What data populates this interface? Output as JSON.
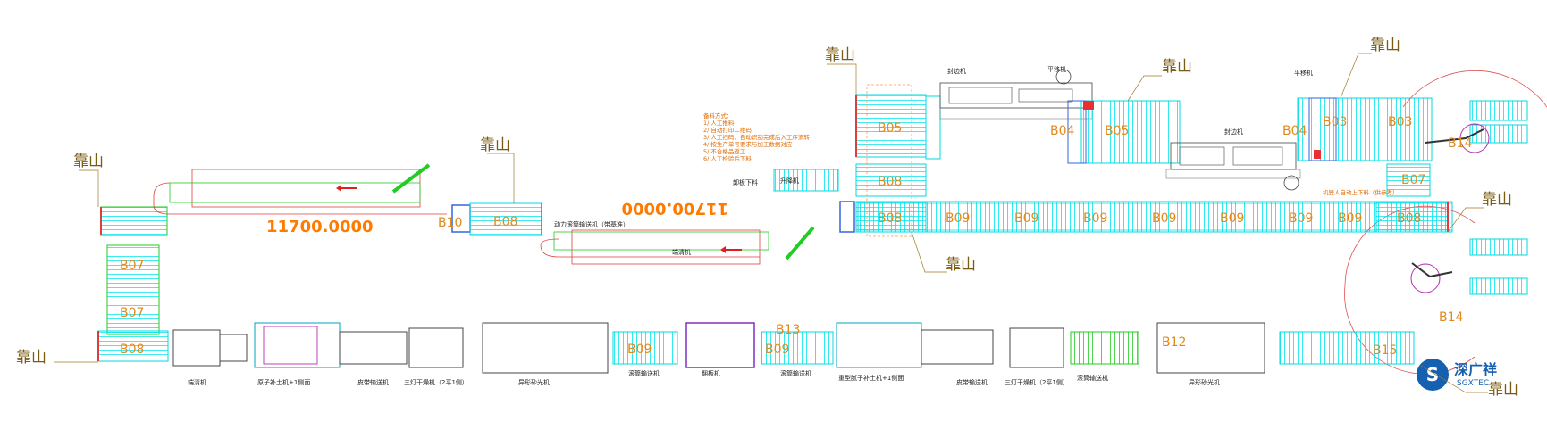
{
  "kaoshan": "靠山",
  "dimensions": {
    "left": "11700.0000",
    "mid": "11700.0000"
  },
  "stations": {
    "B03": "B03",
    "B04": "B04",
    "B05": "B05",
    "B07": "B07",
    "B08": "B08",
    "B09": "B09",
    "B10": "B10",
    "B12": "B12",
    "B13": "B13",
    "B14": "B14",
    "B15": "B15"
  },
  "machines": {
    "fengbian": "封边机",
    "pingyi": "平移机",
    "shengjiang": "升降机",
    "xiaban": "卸板下料",
    "fengbian2": "封边机",
    "duanqing": "端清机",
    "yuanzhu": "原子补土机+1侧面",
    "pidai": "皮带输送机",
    "sandeng": "三灯干燥机（2平1侧）",
    "yixing": "异形砂光机",
    "gundong": "滚筒输送机",
    "fanban": "翻板机",
    "zhongxing": "重型腻子补土机+1侧面",
    "pidai2": "皮带输送机",
    "sandeng2": "三灯干燥机（2平1侧）",
    "gundong2": "滚筒输送机",
    "yixing2": "异形砂光机",
    "shusong": "动力滚筒输送机（带基准）",
    "gundong3": "滚筒输送机",
    "robot_note": "机器人自动上下料（供参考）"
  },
  "notes": [
    "备料方式：",
    "1/ 人工推料",
    "2/ 自动打印二维码",
    "3/ 人工扫码，自动识别完成后入工序流转",
    "4/ 按生产单号要求与加工数据对应",
    "5/ 不合格品返工",
    "6/ 人工检验后下料"
  ],
  "logo": {
    "brand": "深广祥",
    "sub": "SGXTEC"
  }
}
